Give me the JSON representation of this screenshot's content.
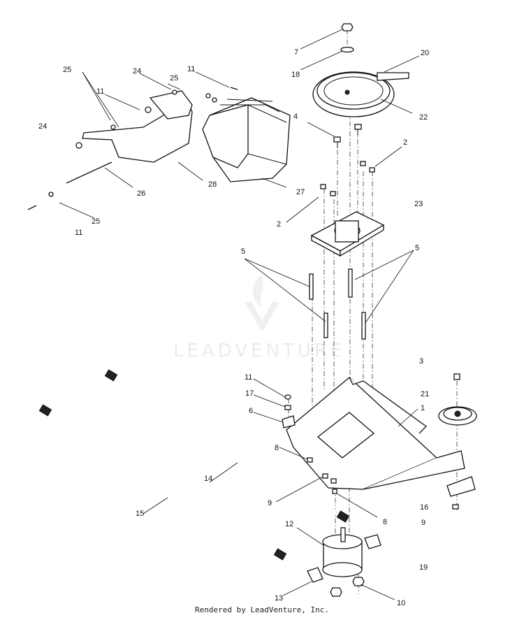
{
  "watermark": {
    "brand": "LEADVENTURE",
    "logo_icon": "flame-v-logo-icon"
  },
  "credit": "Rendered by LeadVenture, Inc.",
  "callouts": [
    {
      "id": "c7",
      "text": "7"
    },
    {
      "id": "c20",
      "text": "20"
    },
    {
      "id": "c18",
      "text": "18"
    },
    {
      "id": "c4",
      "text": "4"
    },
    {
      "id": "c22",
      "text": "22"
    },
    {
      "id": "c2a",
      "text": "2"
    },
    {
      "id": "c2b",
      "text": "2"
    },
    {
      "id": "c23",
      "text": "23"
    },
    {
      "id": "c5a",
      "text": "5"
    },
    {
      "id": "c5b",
      "text": "5"
    },
    {
      "id": "c3",
      "text": "3"
    },
    {
      "id": "c21",
      "text": "21"
    },
    {
      "id": "c1",
      "text": "1"
    },
    {
      "id": "c11c",
      "text": "11"
    },
    {
      "id": "c17",
      "text": "17"
    },
    {
      "id": "c6",
      "text": "6"
    },
    {
      "id": "c8a",
      "text": "8"
    },
    {
      "id": "c9a",
      "text": "9"
    },
    {
      "id": "c8b",
      "text": "8"
    },
    {
      "id": "c16",
      "text": "16"
    },
    {
      "id": "c9b",
      "text": "9"
    },
    {
      "id": "c12",
      "text": "12"
    },
    {
      "id": "c19",
      "text": "19"
    },
    {
      "id": "c13",
      "text": "13"
    },
    {
      "id": "c10",
      "text": "10"
    },
    {
      "id": "c14",
      "text": "14"
    },
    {
      "id": "c15",
      "text": "15"
    },
    {
      "id": "c25a",
      "text": "25"
    },
    {
      "id": "c24a",
      "text": "24"
    },
    {
      "id": "c25b",
      "text": "25"
    },
    {
      "id": "c11a",
      "text": "11"
    },
    {
      "id": "c11b",
      "text": "11"
    },
    {
      "id": "c24b",
      "text": "24"
    },
    {
      "id": "c26",
      "text": "26"
    },
    {
      "id": "c28",
      "text": "28"
    },
    {
      "id": "c27",
      "text": "27"
    },
    {
      "id": "c25c",
      "text": "25"
    },
    {
      "id": "c11d",
      "text": "11"
    }
  ]
}
